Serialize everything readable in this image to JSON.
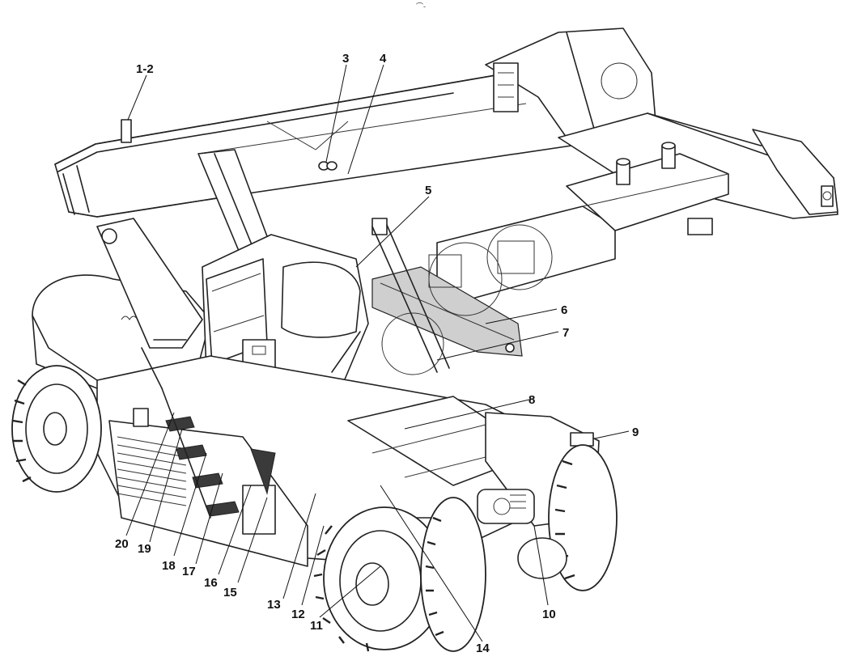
{
  "figure": {
    "top_mark": "⌒-"
  },
  "callouts": [
    {
      "id": "c1",
      "label": "1-2"
    },
    {
      "id": "c3",
      "label": "3"
    },
    {
      "id": "c4",
      "label": "4"
    },
    {
      "id": "c5",
      "label": "5"
    },
    {
      "id": "c6",
      "label": "6"
    },
    {
      "id": "c7",
      "label": "7"
    },
    {
      "id": "c8",
      "label": "8"
    },
    {
      "id": "c9",
      "label": "9"
    },
    {
      "id": "c10",
      "label": "10"
    },
    {
      "id": "c11",
      "label": "11"
    },
    {
      "id": "c12",
      "label": "12"
    },
    {
      "id": "c13",
      "label": "13"
    },
    {
      "id": "c14",
      "label": "14"
    },
    {
      "id": "c15",
      "label": "15"
    },
    {
      "id": "c16",
      "label": "16"
    },
    {
      "id": "c17",
      "label": "17"
    },
    {
      "id": "c18",
      "label": "18"
    },
    {
      "id": "c19",
      "label": "19"
    },
    {
      "id": "c20",
      "label": "20"
    }
  ],
  "parts": [
    "boom",
    "lift-cylinder",
    "cab",
    "spreader",
    "chassis",
    "counterweight",
    "front-wheel-left",
    "front-wheel-right",
    "rear-wheels",
    "access-steps",
    "engine-hood",
    "side-panel"
  ]
}
